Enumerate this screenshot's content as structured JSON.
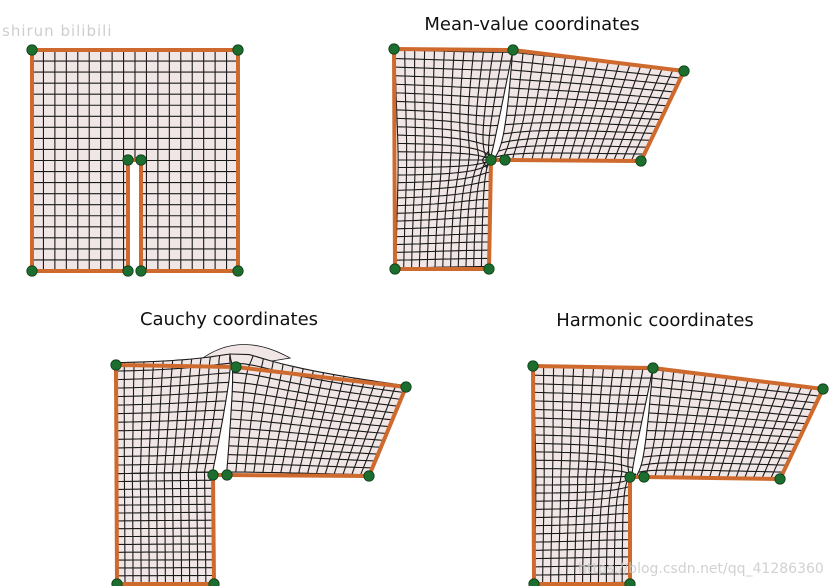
{
  "labels": {
    "mean_value": "Mean-value coordinates",
    "cauchy": "Cauchy coordinates",
    "harmonic": "Harmonic coordinates"
  },
  "watermark": {
    "top_left": "shirun bilibili",
    "bottom_right": "https://blog.csdn.net/qq_41286360"
  },
  "colors": {
    "cage": "#cf6a2e",
    "vertex": "#1c6e2e",
    "fill": "#f1e6e6",
    "grid": "#1a1a1a"
  }
}
